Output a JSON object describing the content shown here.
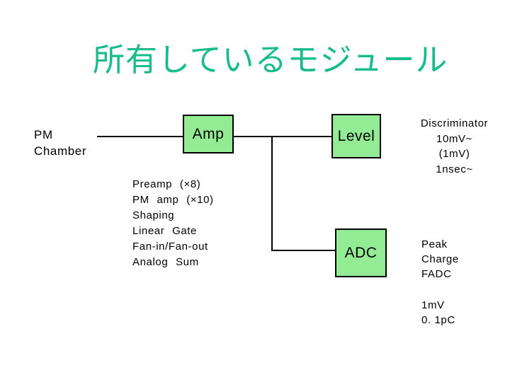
{
  "slide": {
    "title": "所有しているモジュール"
  },
  "palette": {
    "title_color": "#18BC8C",
    "module_box_fill": "#93EC93",
    "module_box_border": "#000000",
    "connector_color": "#000000",
    "text_color": "#000000",
    "background": "#FFFFFF"
  },
  "diagram": {
    "source_label": {
      "line1": "PM",
      "line2": "Chamber"
    },
    "modules": {
      "amp": "Amp",
      "level": "Level",
      "adc": "ADC"
    },
    "amp_details": [
      "Preamp  (×8)",
      "PM amp (×10)",
      "Shaping",
      "Linear Gate",
      "Fan-in/Fan-out",
      "Analog Sum"
    ],
    "level_notes": [
      "Discriminator",
      "10mV~",
      "(1mV)",
      "1nsec~"
    ],
    "adc_type_notes": [
      "Peak",
      "Charge",
      "FADC"
    ],
    "adc_spec_notes": [
      "1mV",
      "0. 1pC"
    ]
  }
}
